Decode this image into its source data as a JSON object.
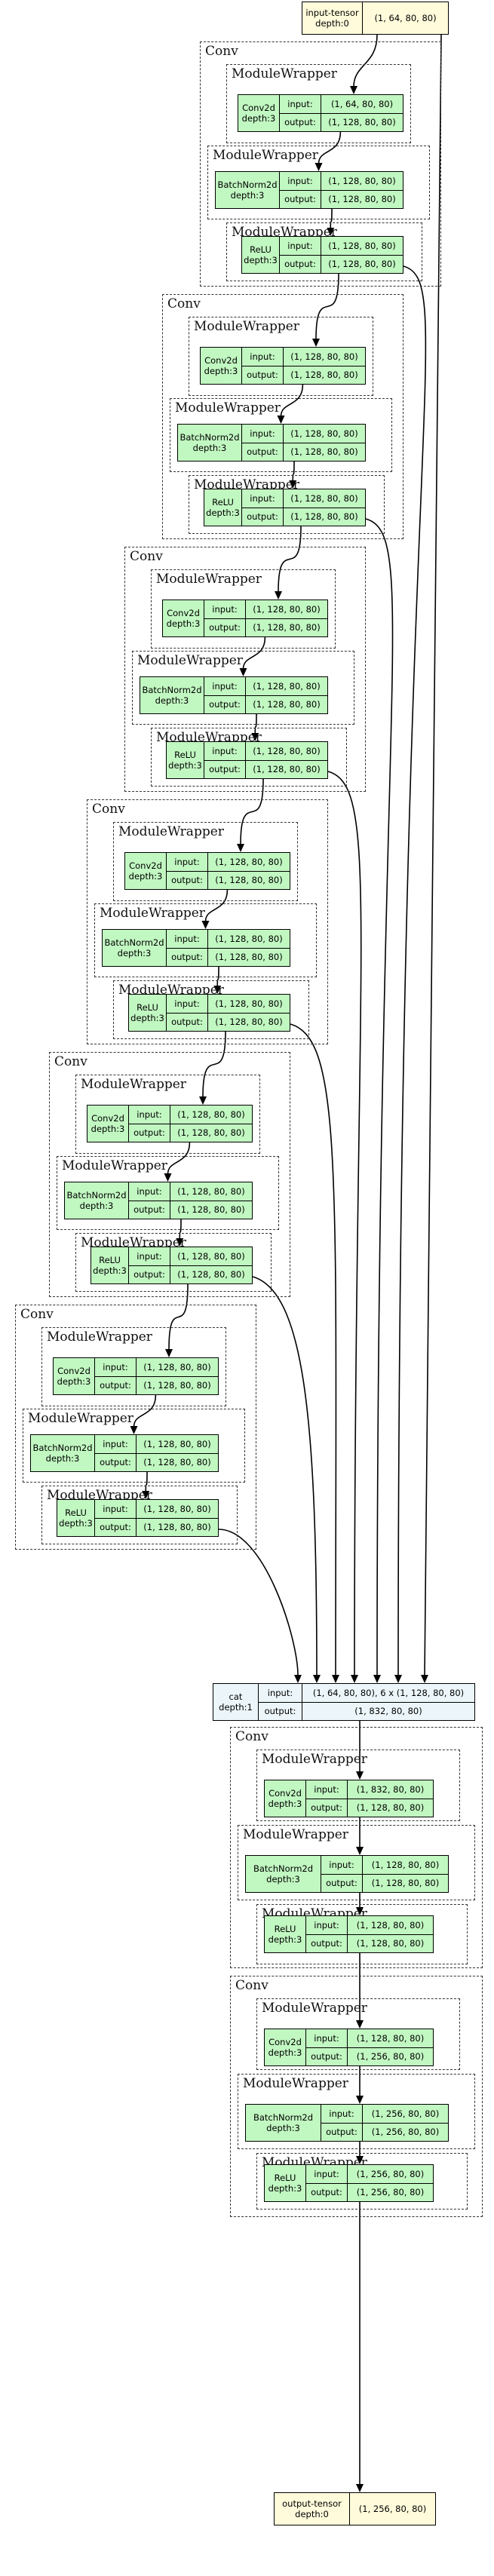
{
  "diagram": {
    "input_tensor": {
      "name": "input-tensor",
      "depth": "depth:0",
      "shape": "(1, 64, 80, 80)"
    },
    "labels": {
      "input": "input:",
      "output": "output:"
    },
    "convs": [
      {
        "title": "Conv",
        "wrappers": [
          {
            "title": "ModuleWrapper",
            "op": "Conv2d",
            "depth": "depth:3",
            "input": "(1, 64, 80, 80)",
            "output": "(1, 128, 80, 80)"
          },
          {
            "title": "ModuleWrapper",
            "op": "BatchNorm2d",
            "depth": "depth:3",
            "input": "(1, 128, 80, 80)",
            "output": "(1, 128, 80, 80)"
          },
          {
            "title": "ModuleWrapper",
            "op": "ReLU",
            "depth": "depth:3",
            "input": "(1, 128, 80, 80)",
            "output": "(1, 128, 80, 80)"
          }
        ]
      },
      {
        "title": "Conv",
        "wrappers": [
          {
            "title": "ModuleWrapper",
            "op": "Conv2d",
            "depth": "depth:3",
            "input": "(1, 128, 80, 80)",
            "output": "(1, 128, 80, 80)"
          },
          {
            "title": "ModuleWrapper",
            "op": "BatchNorm2d",
            "depth": "depth:3",
            "input": "(1, 128, 80, 80)",
            "output": "(1, 128, 80, 80)"
          },
          {
            "title": "ModuleWrapper",
            "op": "ReLU",
            "depth": "depth:3",
            "input": "(1, 128, 80, 80)",
            "output": "(1, 128, 80, 80)"
          }
        ]
      },
      {
        "title": "Conv",
        "wrappers": [
          {
            "title": "ModuleWrapper",
            "op": "Conv2d",
            "depth": "depth:3",
            "input": "(1, 128, 80, 80)",
            "output": "(1, 128, 80, 80)"
          },
          {
            "title": "ModuleWrapper",
            "op": "BatchNorm2d",
            "depth": "depth:3",
            "input": "(1, 128, 80, 80)",
            "output": "(1, 128, 80, 80)"
          },
          {
            "title": "ModuleWrapper",
            "op": "ReLU",
            "depth": "depth:3",
            "input": "(1, 128, 80, 80)",
            "output": "(1, 128, 80, 80)"
          }
        ]
      },
      {
        "title": "Conv",
        "wrappers": [
          {
            "title": "ModuleWrapper",
            "op": "Conv2d",
            "depth": "depth:3",
            "input": "(1, 128, 80, 80)",
            "output": "(1, 128, 80, 80)"
          },
          {
            "title": "ModuleWrapper",
            "op": "BatchNorm2d",
            "depth": "depth:3",
            "input": "(1, 128, 80, 80)",
            "output": "(1, 128, 80, 80)"
          },
          {
            "title": "ModuleWrapper",
            "op": "ReLU",
            "depth": "depth:3",
            "input": "(1, 128, 80, 80)",
            "output": "(1, 128, 80, 80)"
          }
        ]
      },
      {
        "title": "Conv",
        "wrappers": [
          {
            "title": "ModuleWrapper",
            "op": "Conv2d",
            "depth": "depth:3",
            "input": "(1, 128, 80, 80)",
            "output": "(1, 128, 80, 80)"
          },
          {
            "title": "ModuleWrapper",
            "op": "BatchNorm2d",
            "depth": "depth:3",
            "input": "(1, 128, 80, 80)",
            "output": "(1, 128, 80, 80)"
          },
          {
            "title": "ModuleWrapper",
            "op": "ReLU",
            "depth": "depth:3",
            "input": "(1, 128, 80, 80)",
            "output": "(1, 128, 80, 80)"
          }
        ]
      },
      {
        "title": "Conv",
        "wrappers": [
          {
            "title": "ModuleWrapper",
            "op": "Conv2d",
            "depth": "depth:3",
            "input": "(1, 128, 80, 80)",
            "output": "(1, 128, 80, 80)"
          },
          {
            "title": "ModuleWrapper",
            "op": "BatchNorm2d",
            "depth": "depth:3",
            "input": "(1, 128, 80, 80)",
            "output": "(1, 128, 80, 80)"
          },
          {
            "title": "ModuleWrapper",
            "op": "ReLU",
            "depth": "depth:3",
            "input": "(1, 128, 80, 80)",
            "output": "(1, 128, 80, 80)"
          }
        ]
      }
    ],
    "cat": {
      "name": "cat",
      "depth": "depth:1",
      "input": "(1, 64, 80, 80), 6 x (1, 128, 80, 80)",
      "output": "(1, 832, 80, 80)"
    },
    "tail_convs": [
      {
        "title": "Conv",
        "wrappers": [
          {
            "title": "ModuleWrapper",
            "op": "Conv2d",
            "depth": "depth:3",
            "input": "(1, 832, 80, 80)",
            "output": "(1, 128, 80, 80)"
          },
          {
            "title": "ModuleWrapper",
            "op": "BatchNorm2d",
            "depth": "depth:3",
            "input": "(1, 128, 80, 80)",
            "output": "(1, 128, 80, 80)"
          },
          {
            "title": "ModuleWrapper",
            "op": "ReLU",
            "depth": "depth:3",
            "input": "(1, 128, 80, 80)",
            "output": "(1, 128, 80, 80)"
          }
        ]
      },
      {
        "title": "Conv",
        "wrappers": [
          {
            "title": "ModuleWrapper",
            "op": "Conv2d",
            "depth": "depth:3",
            "input": "(1, 128, 80, 80)",
            "output": "(1, 256, 80, 80)"
          },
          {
            "title": "ModuleWrapper",
            "op": "BatchNorm2d",
            "depth": "depth:3",
            "input": "(1, 256, 80, 80)",
            "output": "(1, 256, 80, 80)"
          },
          {
            "title": "ModuleWrapper",
            "op": "ReLU",
            "depth": "depth:3",
            "input": "(1, 256, 80, 80)",
            "output": "(1, 256, 80, 80)"
          }
        ]
      }
    ],
    "output_tensor": {
      "name": "output-tensor",
      "depth": "depth:0",
      "shape": "(1, 256, 80, 80)"
    },
    "colors": {
      "op_fill": "#c1f7c1",
      "tensor_fill": "#fffbdb",
      "cat_fill": "#ecf6fa",
      "stroke": "#000000"
    }
  }
}
